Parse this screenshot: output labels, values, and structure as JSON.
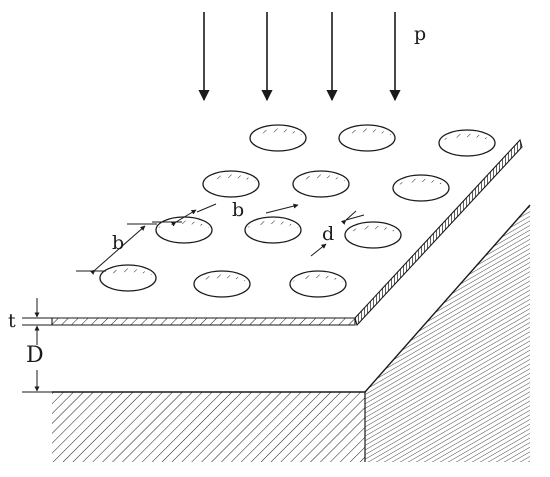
{
  "diagram": {
    "labels": {
      "pressure": "p",
      "hole_spacing_1": "b",
      "hole_spacing_2": "b",
      "hole_diameter": "d",
      "plate_thickness": "t",
      "cavity_depth": "D"
    },
    "hole_rows": 4,
    "load_arrows": 4,
    "colors": {
      "ink": "#1a1a1a",
      "background": "#ffffff"
    }
  }
}
